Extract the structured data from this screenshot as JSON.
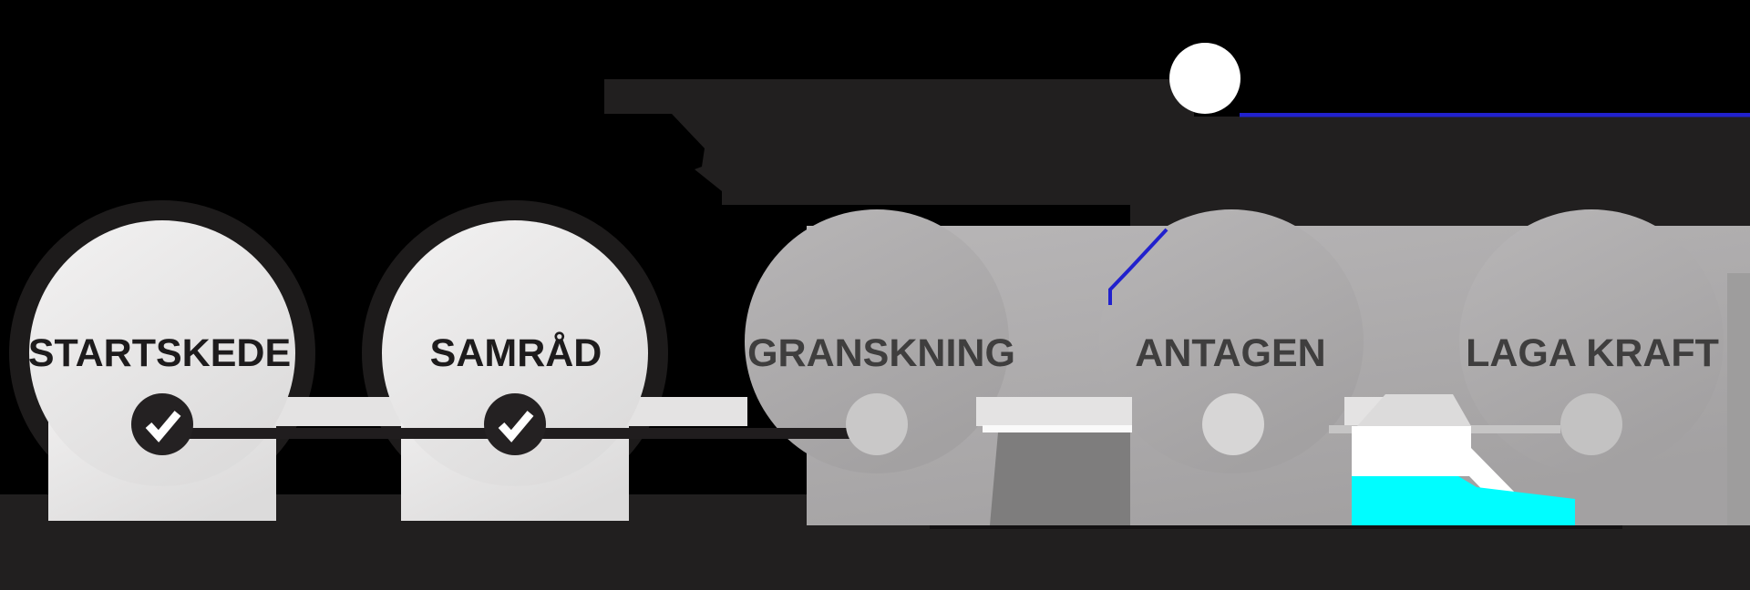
{
  "stages": [
    {
      "label": "STARTSKEDE",
      "status": "completed",
      "marker": "checkmark-icon"
    },
    {
      "label": "SAMRÅD",
      "status": "completed",
      "marker": "checkmark-icon"
    },
    {
      "label": "GRANSKNING",
      "status": "upcoming",
      "marker": "dot"
    },
    {
      "label": "ANTAGEN",
      "status": "upcoming",
      "marker": "dot"
    },
    {
      "label": "LAGA KRAFT",
      "status": "upcoming",
      "marker": "dot"
    }
  ],
  "colors": {
    "background": "#000000",
    "banner_dark": "#211f1f",
    "accent_blue": "#2121cd",
    "accent_cyan": "#00fdff",
    "white": "#ffffff",
    "track_band": "#e4e3e3",
    "thin_line": "#c6c5c5",
    "gap_line_bright": "#fafafa",
    "baseline_black": "#131112",
    "progress_line": "#201d1e",
    "completed_circle_light": "#f2f1f1",
    "completed_ring": "#1d1b1b",
    "upcoming_circle": "#aeacad",
    "upcoming_shade": "#7e7d7d",
    "label_completed": "#1d1b1c",
    "label_upcoming": "#3f3e3e",
    "check_background": "#242122",
    "check_mark": "#ffffff"
  }
}
